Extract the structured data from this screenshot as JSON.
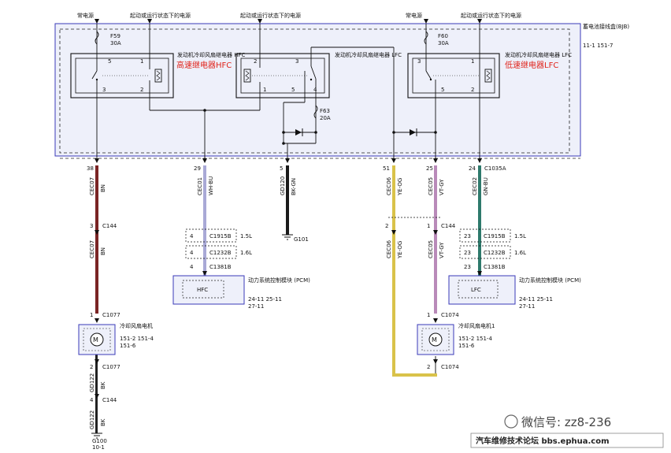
{
  "top_labels": {
    "constant_power_left": "常电源",
    "run_power_1": "起动或运行状态下的电源",
    "run_power_2": "起动或运行状态下的电源",
    "constant_power_right": "常电源",
    "run_power_3": "起动或运行状态下的电源"
  },
  "bjb": {
    "title": "蓄电池接线盒(BJB)",
    "ref": "11-1   151-7"
  },
  "fuses": {
    "f59": {
      "name": "F59",
      "rating": "30A"
    },
    "f60": {
      "name": "F60",
      "rating": "30A"
    },
    "f63": {
      "name": "F63",
      "rating": "20A"
    }
  },
  "relays": {
    "hfc_name": "发动机冷却风扇继电器 HFC",
    "hfc_cn": "高速继电器HFC",
    "mid_name": "发动机冷却风扇继电器 LFC",
    "lfc_name": "发动机冷却风扇继电器 LFC",
    "lfc_cn": "低速继电器LFC"
  },
  "pins": {
    "r1_5": "5",
    "r1_1": "1",
    "r1_3": "3",
    "r1_2": "2",
    "r2_2": "2",
    "r2_3": "3",
    "r2_1": "1",
    "r2_5": "5",
    "r2_4": "4",
    "r3_3": "3",
    "r3_1": "1",
    "r3_5": "5",
    "r3_2": "2"
  },
  "wires": {
    "w38": {
      "pin": "38",
      "circuit": "CEC07",
      "color": "BN"
    },
    "w29": {
      "pin": "29",
      "circuit": "CEC01",
      "color": "WH-BU"
    },
    "w5": {
      "pin": "5",
      "circuit": "GD120",
      "color": "BK-GN"
    },
    "w51": {
      "pin": "51",
      "circuit": "CEC06",
      "color": "YE-OG"
    },
    "w25": {
      "pin": "25",
      "circuit": "CEC05",
      "color": "VT-GY"
    },
    "w24": {
      "pin": "24",
      "circuit": "CEC02",
      "color": "GN-BU"
    },
    "w_c144_left": {
      "circuit": "CEC07",
      "color": "BN"
    },
    "w_cec06_lower": {
      "circuit": "CEC06",
      "color": "YE-OG"
    },
    "w_cec05_lower": {
      "circuit": "CEC05",
      "color": "VT-GY"
    },
    "w_gd122_a": {
      "circuit": "GD122",
      "color": "BK"
    },
    "w_gd122_b": {
      "circuit": "GD122",
      "color": "BK"
    }
  },
  "connectors": {
    "c1035a": "C1035A",
    "c144_l": "C144",
    "c144_l_pin": "3",
    "c144_r": "C144",
    "c144_r_pin": "1",
    "c144_r_pin2": "2",
    "c1077_top": "C1077",
    "c1077_top_pin": "1",
    "c1077_bot": "C1077",
    "c1077_bot_pin": "2",
    "c144_gnd": "C144",
    "c144_gnd_pin": "4",
    "c1074_top": "C1074",
    "c1074_top_pin": "1",
    "c1074_bot": "C1074",
    "c1074_bot_pin": "2",
    "c1915b": "C1915B",
    "c1232b": "C1232B",
    "c1381b": "C1381B",
    "c1915b_r": "C1915B",
    "c1232b_r": "C1232B",
    "c1381b_r": "C1381B",
    "pin4a": "4",
    "pin4b": "4",
    "pin4c": "4",
    "pin23a": "23",
    "pin23b": "23",
    "pin23c": "23",
    "v15l": "1.5L",
    "v16l": "1.6L",
    "v15l_r": "1.5L",
    "v16l_r": "1.6L"
  },
  "grounds": {
    "g101": "G101",
    "g100": "G100",
    "g100_ref": "10-1"
  },
  "modules": {
    "pcm_left_title": "动力系统控制模块 (PCM)",
    "pcm_left_box": "HFC",
    "pcm_left_ref1": "24-11 25-11",
    "pcm_left_ref2": "27-11",
    "pcm_right_title": "动力系统控制模块 (PCM)",
    "pcm_right_box": "LFC",
    "pcm_right_ref1": "24-11 25-11",
    "pcm_right_ref2": "27-11"
  },
  "motors": {
    "fan_motor": "冷却风扇电机",
    "fan_motor_ref1": "151-2  151-4",
    "fan_motor_ref2": "151-6",
    "fan_motor_1": "冷却风扇电机1",
    "fan_motor_1_ref1": "151-2  151-4",
    "fan_motor_1_ref2": "151-6",
    "symbol": "M"
  },
  "watermark": {
    "wechat": "微信号: zz8-236",
    "forum": "汽车维修技术论坛 bbs.ephua.com"
  },
  "colors": {
    "bn": "#7a2424",
    "wh_bu": "#a9a9d6",
    "bk_gn": "#1a1a1a",
    "ye_og": "#d9c24a",
    "vt_gy": "#b98ab9",
    "gn_bu": "#2e7a6c",
    "box_border": "#3a3ab8",
    "box_fill": "#eef0fa",
    "accent_red": "#e0241b"
  }
}
